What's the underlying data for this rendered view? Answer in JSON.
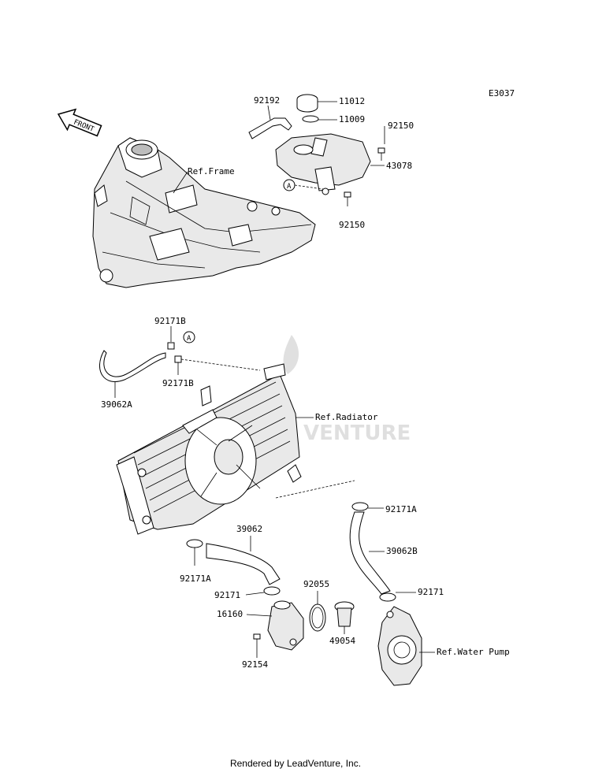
{
  "diagram_id": "E3037",
  "front_label": "FRONT",
  "ref_labels": {
    "frame": "Ref.Frame",
    "radiator": "Ref.Radiator",
    "water_pump": "Ref.Water Pump"
  },
  "callout": "A",
  "watermark": "VENTURE",
  "parts": {
    "p11012": "11012",
    "p11009": "11009",
    "p92192": "92192",
    "p92150_top": "92150",
    "p43078": "43078",
    "p92150_bottom": "92150",
    "p92171B_top": "92171B",
    "p92171B_bottom": "92171B",
    "p39062A": "39062A",
    "p92171A_left": "92171A",
    "p92171A_right": "92171A",
    "p39062": "39062",
    "p39062B": "39062B",
    "p92171_left": "92171",
    "p92171_right": "92171",
    "p92055": "92055",
    "p16160": "16160",
    "p49054": "49054",
    "p92154": "92154"
  },
  "footer": "Rendered by LeadVenture, Inc."
}
